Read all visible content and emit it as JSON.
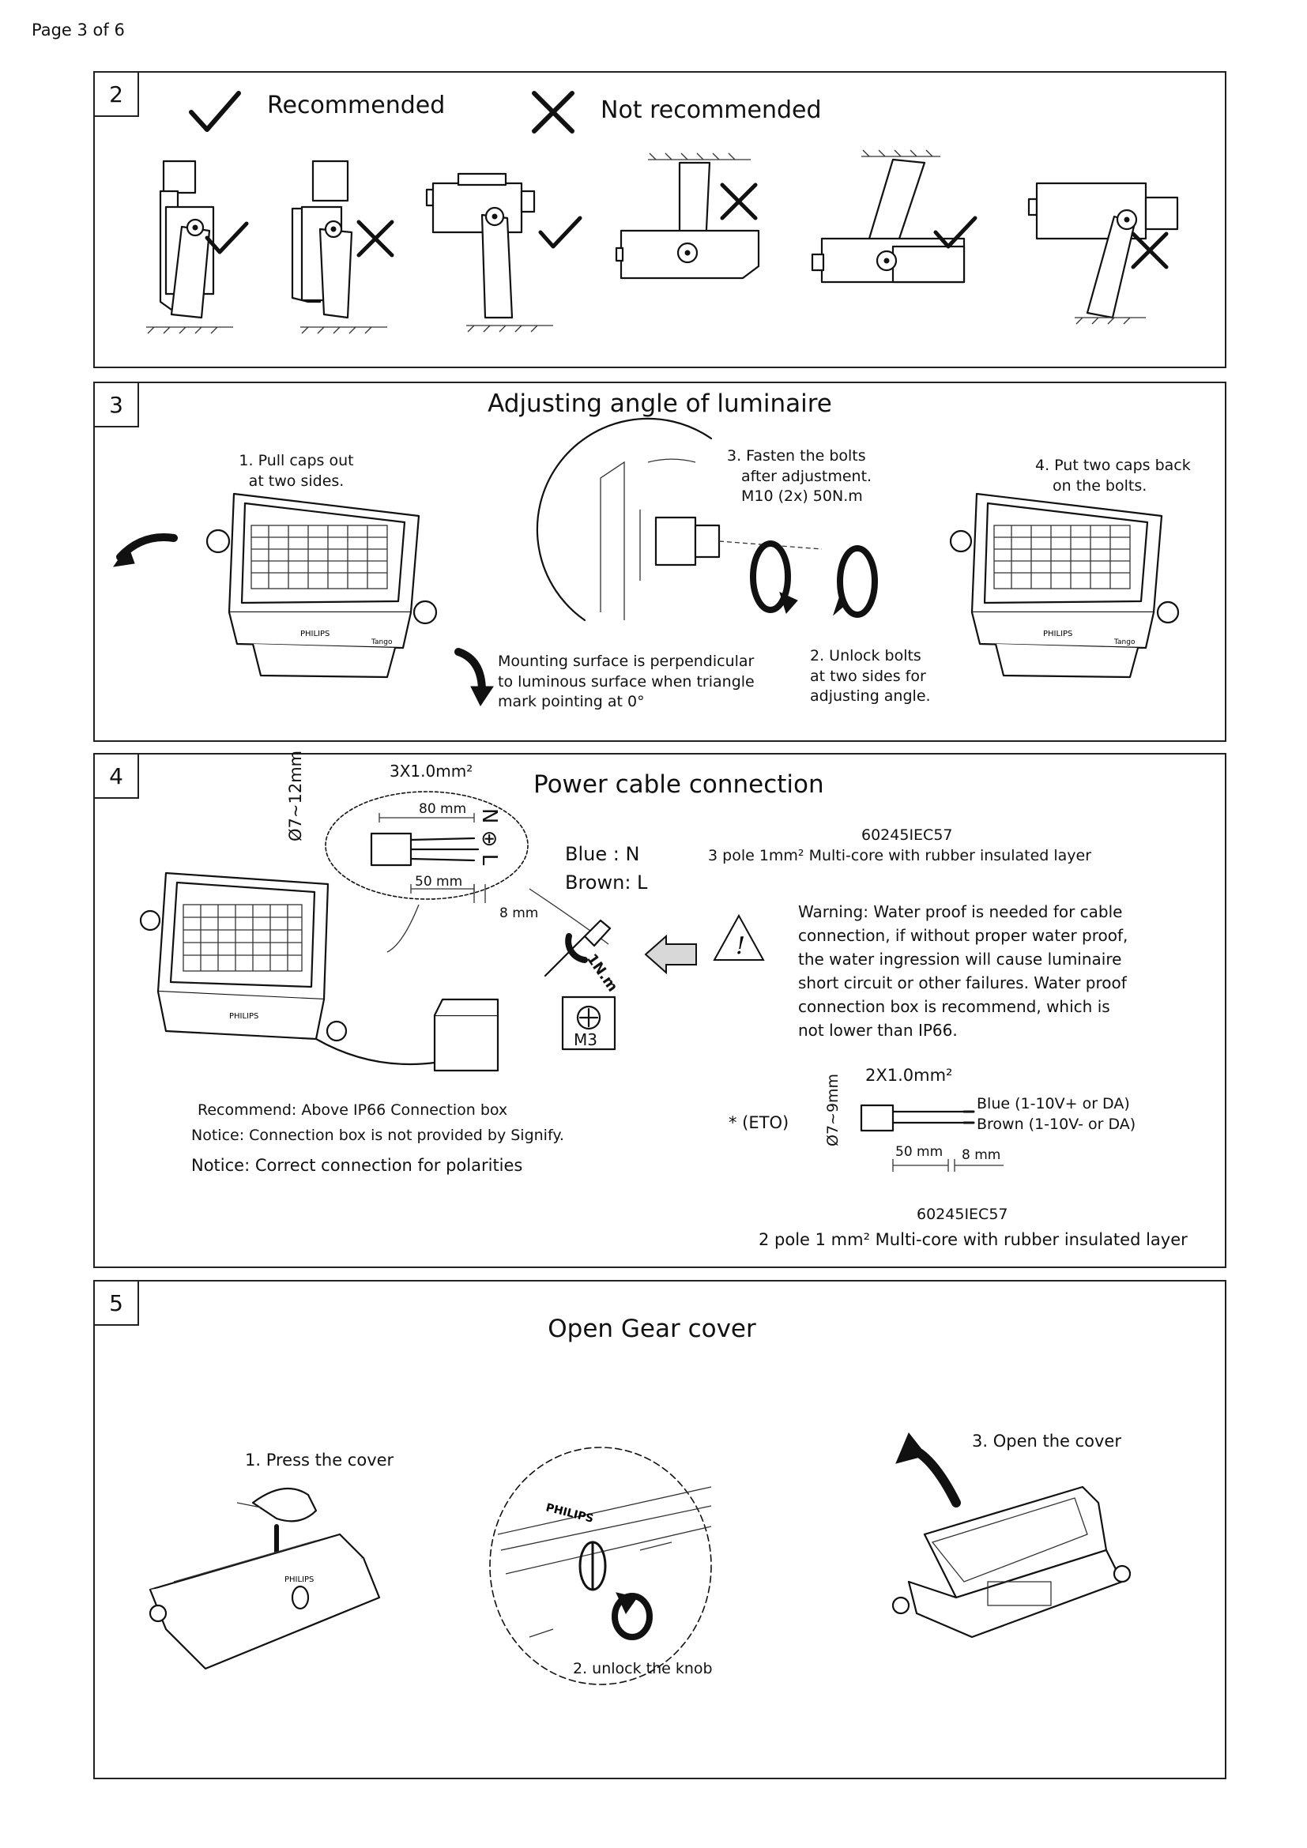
{
  "page": {
    "label": "Page 3 of 6"
  },
  "panel2": {
    "number": "2",
    "recommended": "Recommended",
    "not_recommended": "Not recommended"
  },
  "panel3": {
    "number": "3",
    "title": "Adjusting angle of luminaire",
    "step1": [
      "1. Pull caps out",
      "at two sides."
    ],
    "step3": [
      "3. Fasten the bolts",
      "after adjustment.",
      "M10 (2x) 50N.m"
    ],
    "step4": [
      "4. Put two caps back",
      "on the bolts."
    ],
    "note": [
      "Mounting surface is perpendicular",
      "to luminous surface when triangle",
      "mark pointing at 0°"
    ],
    "step2": [
      "2. Unlock bolts",
      "at two sides for",
      "adjusting angle."
    ],
    "brand": "PHILIPS",
    "model": "Tango"
  },
  "panel4": {
    "number": "4",
    "title": "Power cable connection",
    "cable_spec": "3X1.0mm²",
    "dim_80": "80 mm",
    "dim_50": "50 mm",
    "dim_8": "8 mm",
    "diameter": "Ø7~12mm",
    "terminal_letters": "N ⊕ L",
    "blue": "Blue :   N",
    "brown": "Brown: L",
    "torque": "1N.m",
    "screw": "M3",
    "std1": "60245IEC57",
    "std1_desc": "3 pole 1mm² Multi-core with rubber insulated layer",
    "warning": [
      "Warning: Water proof is needed for cable",
      "connection, if without proper water proof,",
      "the water ingression will cause luminaire",
      "short circuit or other failures. Water proof",
      "connection box is recommend, which is",
      "not lower than IP66."
    ],
    "recommend": "Recommend: Above IP66 Connection box",
    "notice1": "Notice: Connection box is not provided by Signify.",
    "notice2": "Notice: Correct connection for polarities",
    "eto": "* (ETO)",
    "dali_spec": "2X1.0mm²",
    "dali_diameter": "Ø7~9mm",
    "dali_blue": "Blue    (1-10V+ or DA)",
    "dali_brown": "Brown (1-10V- or DA)",
    "std2": "60245IEC57",
    "std2_desc": "2 pole 1 mm² Multi-core with rubber insulated layer"
  },
  "panel5": {
    "number": "5",
    "title": "Open Gear cover",
    "step1": "1. Press the cover",
    "step2": "2. unlock the knob",
    "step3": "3. Open the cover",
    "brand": "PHILIPS"
  }
}
